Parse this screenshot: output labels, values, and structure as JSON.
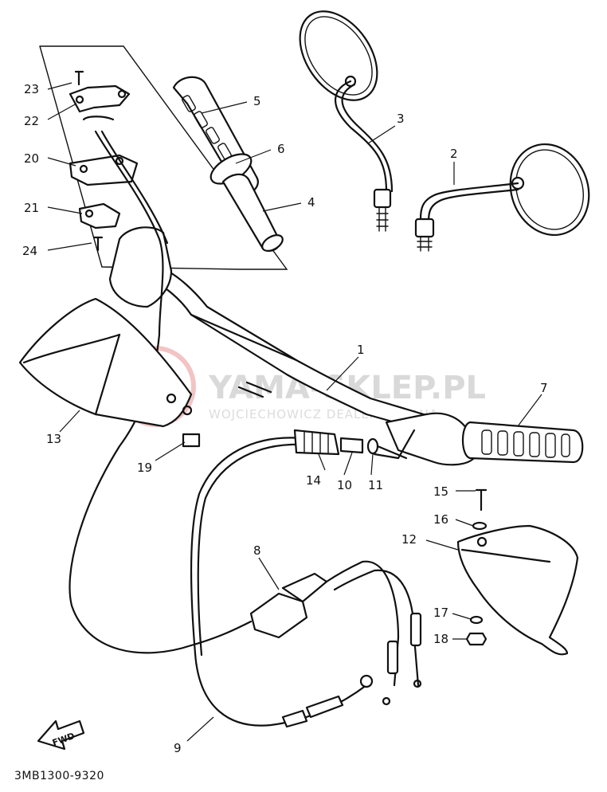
{
  "diagram_code": "3MB1300-9320",
  "fwd_label": "FWD",
  "watermark": {
    "brand": "YAMA-SKLEP.PL",
    "dealer": "WOJCIECHOWICZ DEALER YAMAHA"
  },
  "callouts": [
    {
      "id": "1",
      "part": "handlebar"
    },
    {
      "id": "2",
      "part": "mirror-left"
    },
    {
      "id": "3",
      "part": "mirror-right"
    },
    {
      "id": "4",
      "part": "throttle-grip-sleeve"
    },
    {
      "id": "5",
      "part": "grip-right"
    },
    {
      "id": "6",
      "part": "throttle-collar"
    },
    {
      "id": "7",
      "part": "grip-left"
    },
    {
      "id": "8",
      "part": "connector"
    },
    {
      "id": "9",
      "part": "throttle-cable"
    },
    {
      "id": "10",
      "part": "cable-adjuster"
    },
    {
      "id": "11",
      "part": "cable-nut"
    },
    {
      "id": "12",
      "part": "hand-guard-left"
    },
    {
      "id": "13",
      "part": "hand-guard-right"
    },
    {
      "id": "14",
      "part": "rubber-boot"
    },
    {
      "id": "15",
      "part": "screw"
    },
    {
      "id": "16",
      "part": "washer"
    },
    {
      "id": "17",
      "part": "washer"
    },
    {
      "id": "18",
      "part": "nut"
    },
    {
      "id": "19",
      "part": "grommet"
    },
    {
      "id": "20",
      "part": "throttle-housing-upper"
    },
    {
      "id": "21",
      "part": "throttle-housing-lower"
    },
    {
      "id": "22",
      "part": "housing-cover"
    },
    {
      "id": "23",
      "part": "screw"
    },
    {
      "id": "24",
      "part": "screw"
    }
  ]
}
